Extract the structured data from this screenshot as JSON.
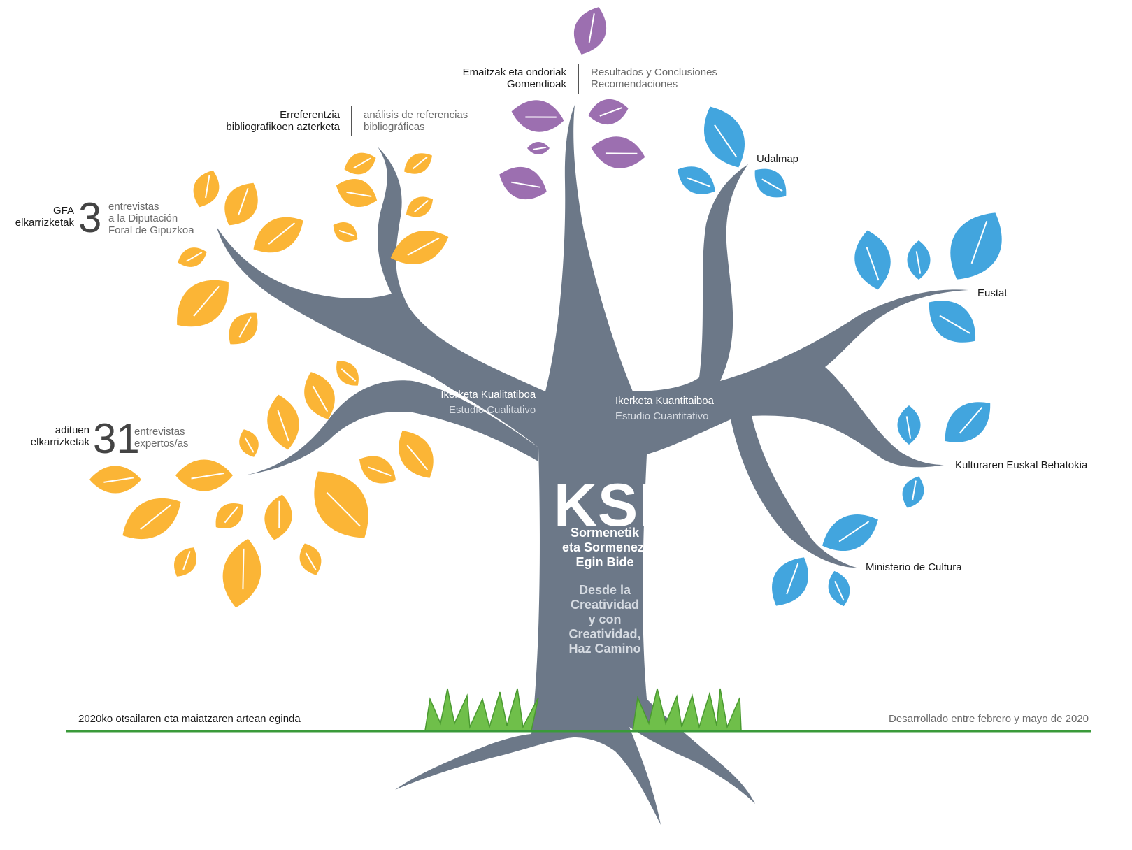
{
  "colors": {
    "trunk": "#6c7888",
    "leaf_orange": "#fbb536",
    "leaf_purple": "#9c6fb0",
    "leaf_blue": "#42a5de",
    "grass": "#6fbf4a",
    "ground_line": "#3a9a3a"
  },
  "title": {
    "main": "KSI",
    "basque_lines": [
      "Sormenetik",
      "eta Sormenez,",
      "Egin Bide"
    ],
    "spanish_lines": [
      "Desde la",
      "Creatividad",
      "y con",
      "Creatividad,",
      "Haz Camino"
    ]
  },
  "trunk_labels": {
    "qualitative": {
      "eu": "Ikerketa Kualitatiboa",
      "es": "Estudio Cualitativo"
    },
    "quantitative": {
      "eu": "Ikerketa Kuantitaiboa",
      "es": "Estudio Cuantitativo"
    }
  },
  "top": {
    "eu_line1": "Emaitzak eta ondoriak",
    "eu_line2": "Gomendioak",
    "es_line1": "Resultados y Conclusiones",
    "es_line2": "Recomendaciones"
  },
  "biblio": {
    "eu_line1": "Erreferentzia",
    "eu_line2": "bibliografikoen azterketa",
    "es_line1": "análisis de referencias",
    "es_line2": "bibliográficas"
  },
  "gfa": {
    "eu_line1": "GFA",
    "eu_line2": "elkarrizketak",
    "number": "3",
    "es_line1": "entrevistas",
    "es_line2": "a la Diputación",
    "es_line3": "Foral de Gipuzkoa"
  },
  "experts": {
    "eu_line1": "adituen",
    "eu_line2": "elkarrizketak",
    "number": "31",
    "es_line1": "entrevistas",
    "es_line2": "expertos/as"
  },
  "sources": {
    "udalmap": "Udalmap",
    "eustat": "Eustat",
    "behatokia": "Kulturaren Euskal Behatokia",
    "ministerio": "Ministerio de Cultura"
  },
  "footer": {
    "left": "2020ko otsailaren eta maiatzaren artean egindа",
    "right": "Desarrollado entre febrero y mayo de 2020"
  }
}
